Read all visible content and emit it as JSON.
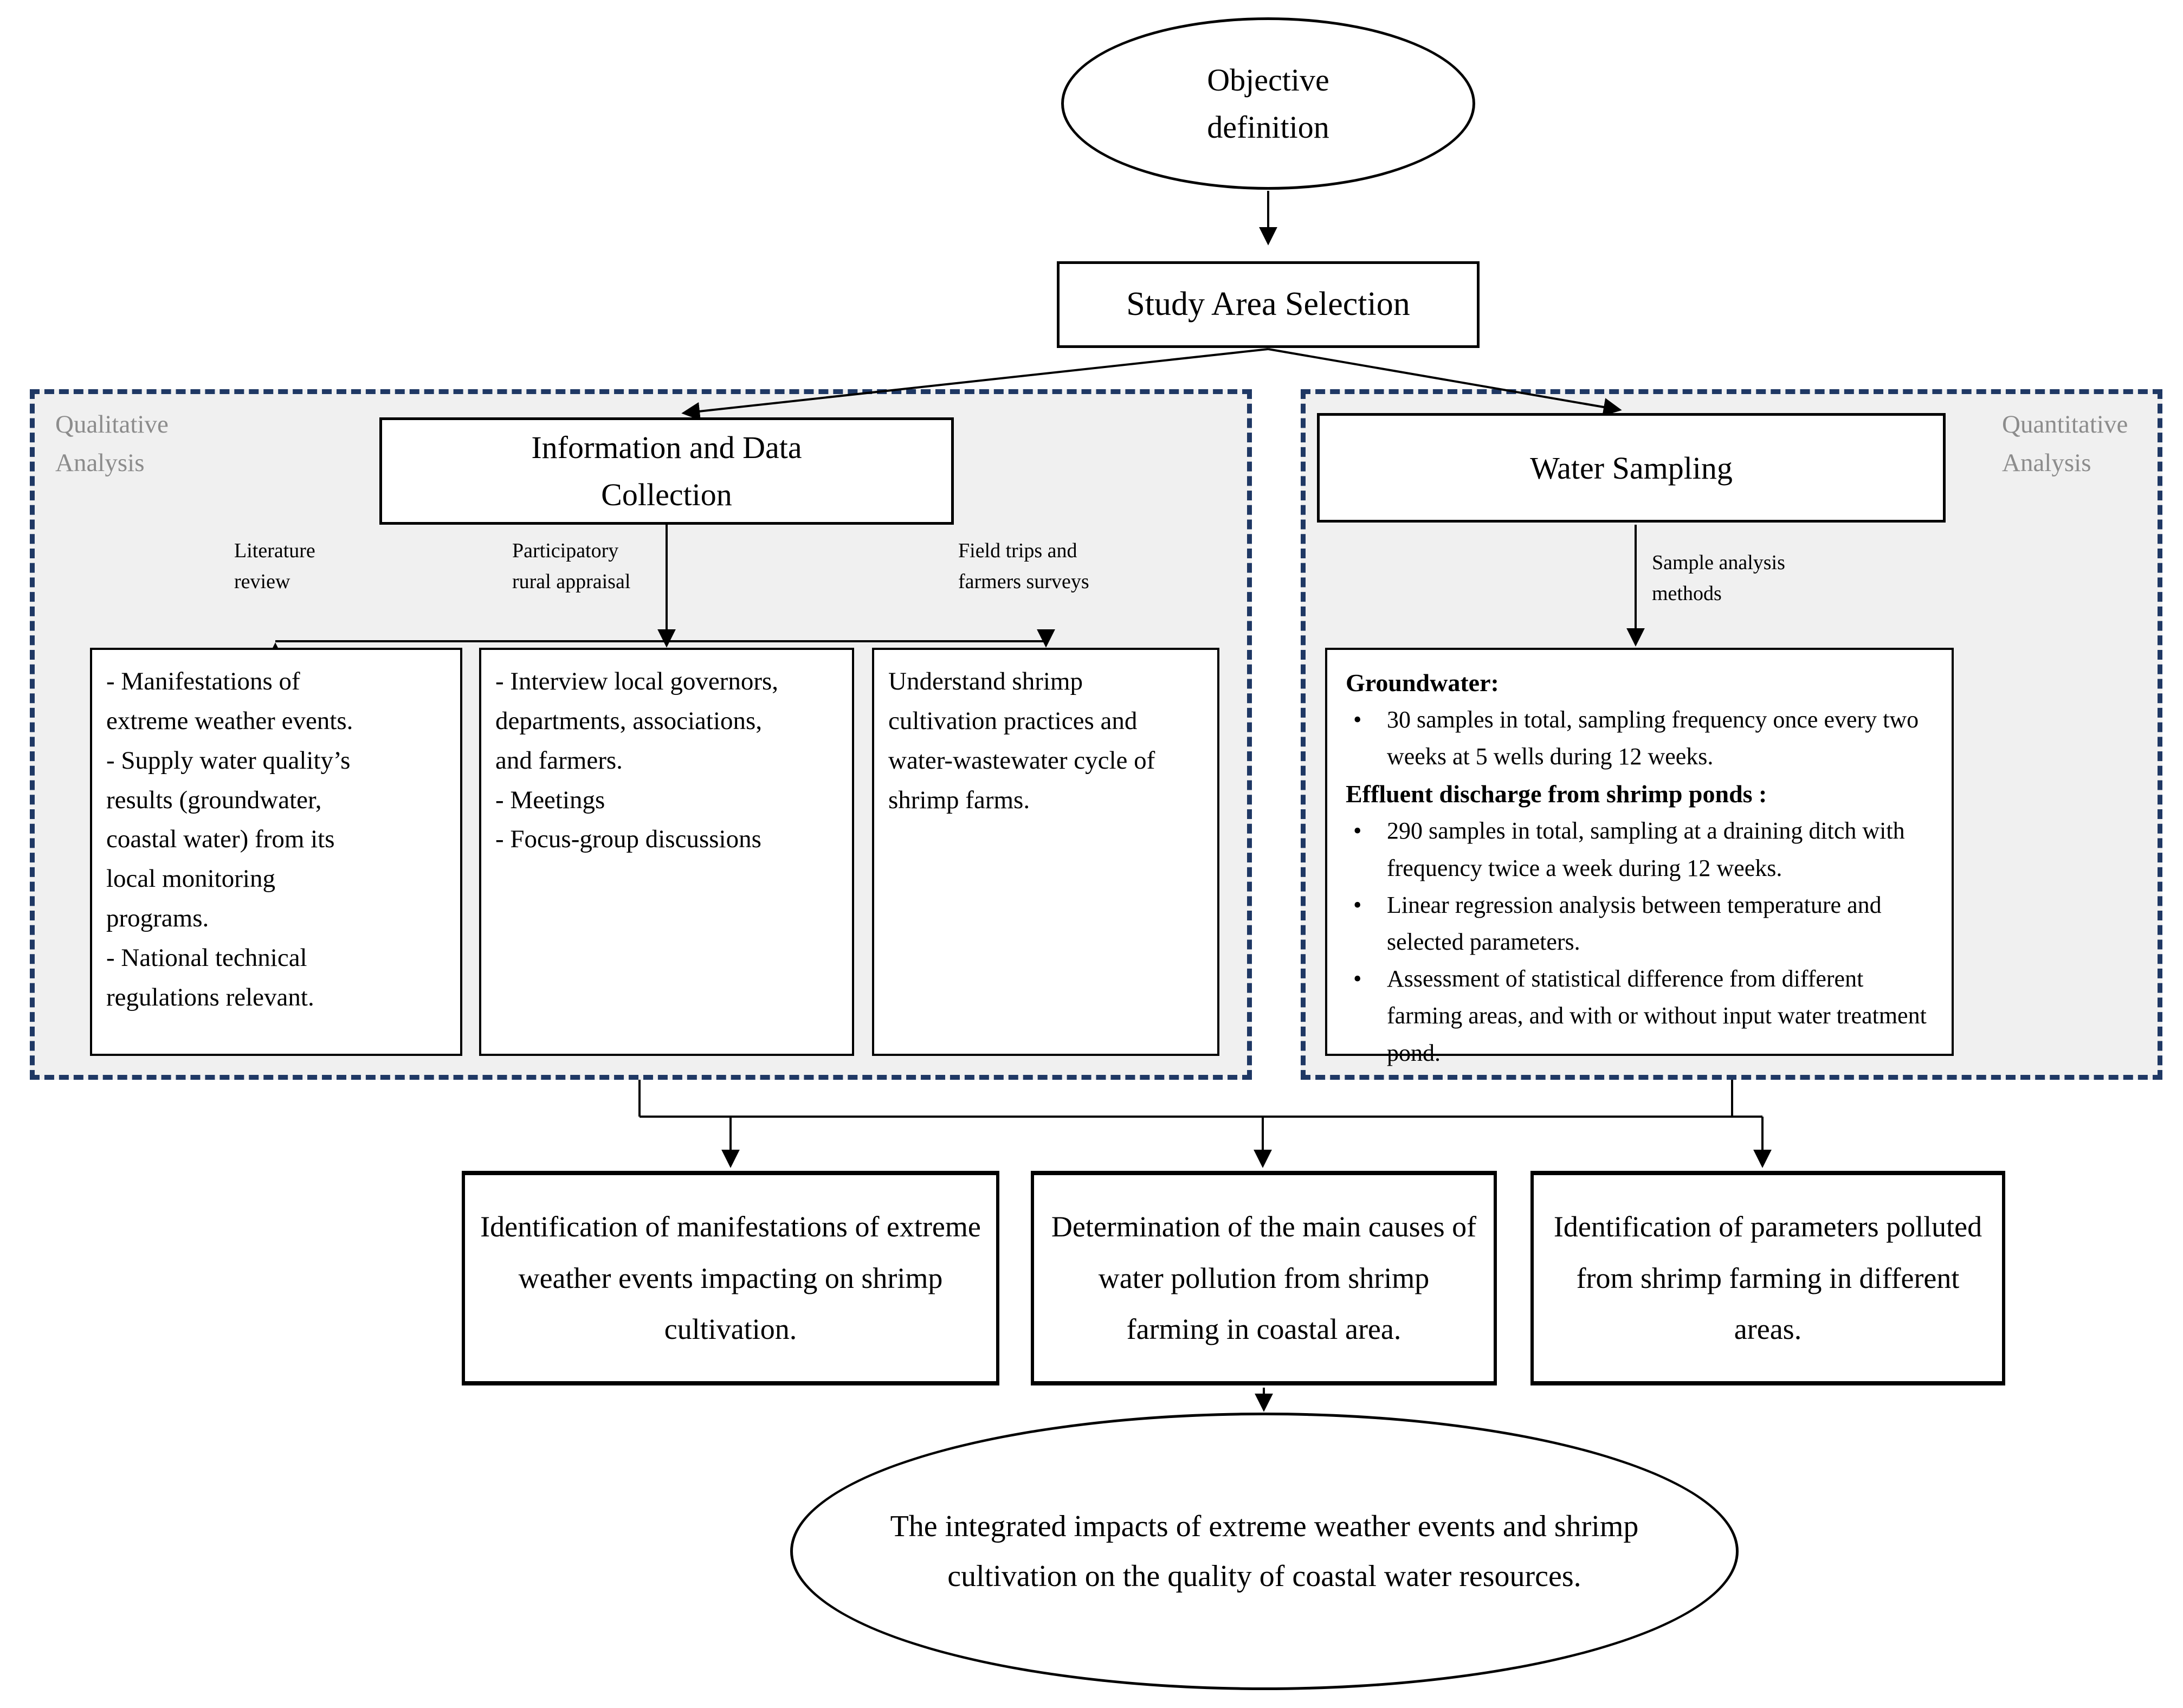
{
  "top": {
    "objective": "Objective\ndefinition",
    "study_area": "Study Area Selection"
  },
  "qualitative": {
    "panel_label": "Qualitative\nAnalysis",
    "header_box": "Information and Data\nCollection",
    "branch_labels": {
      "literature": "Literature\nreview",
      "participatory": "Participatory\nrural appraisal",
      "field_trips": "Field trips and\nfarmers surveys"
    },
    "boxes": {
      "literature_review": "- Manifestations of\nextreme weather events.\n- Supply water quality’s\nresults (groundwater,\ncoastal water) from its\nlocal monitoring\nprograms.\n- National technical\nregulations relevant.",
      "participatory": "- Interview local governors,\ndepartments, associations,\nand farmers.\n- Meetings\n- Focus-group discussions",
      "field_trips": "Understand shrimp\ncultivation practices and\nwater-wastewater cycle of\nshrimp farms."
    }
  },
  "quantitative": {
    "panel_label": "Quantitative\nAnalysis",
    "header_box": "Water Sampling",
    "branch_label": "Sample analysis\nmethods",
    "sampling_box": {
      "sections": [
        {
          "heading": "Groundwater:",
          "bullets": [
            "30 samples in total, sampling frequency once every two weeks at 5 wells during 12 weeks."
          ]
        },
        {
          "heading": "Effluent discharge from shrimp ponds :",
          "bullets": [
            "290 samples in total, sampling at a draining ditch with frequency twice a week during 12 weeks.",
            "Linear regression analysis between temperature and selected parameters.",
            "Assessment of statistical difference from different farming areas, and with or without input water treatment pond."
          ]
        }
      ]
    }
  },
  "outcomes": [
    "Identification of manifestations of extreme weather events impacting on shrimp cultivation.",
    "Determination of the main causes of water pollution from shrimp farming in coastal area.",
    "Identification of parameters polluted from shrimp farming in different areas."
  ],
  "conclusion": "The integrated impacts of extreme weather events and shrimp cultivation on the quality of coastal water resources.",
  "colors": {
    "panel_border": "#1f3864",
    "panel_bg": "#f0f0f0",
    "muted_label": "#8c8c8c",
    "line": "#000000"
  }
}
